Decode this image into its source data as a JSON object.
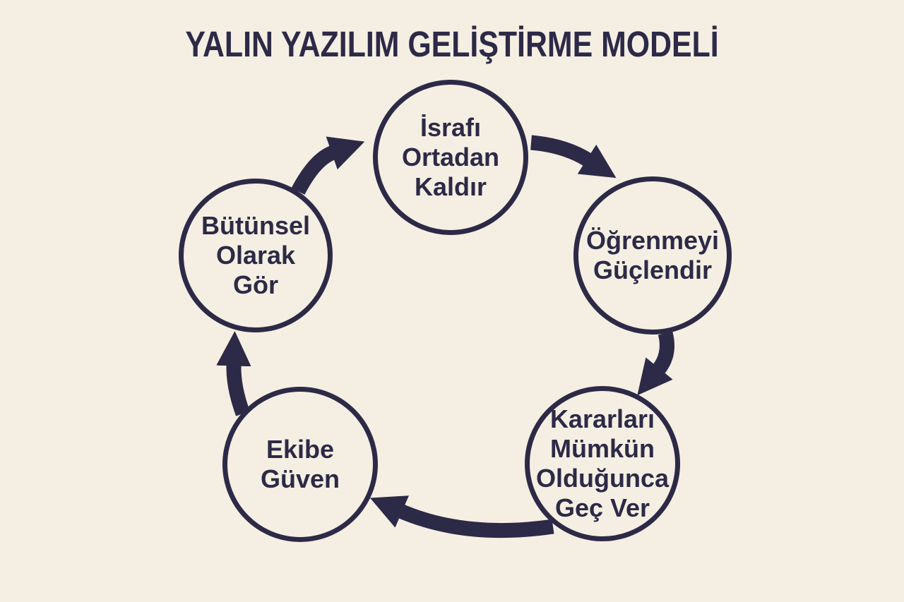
{
  "title": "YALIN YAZILIM GELİŞTİRME MODELİ",
  "colors": {
    "background": "#F5EFE3",
    "ink": "#2D2A47"
  },
  "diagram": {
    "type": "cycle",
    "direction": "clockwise",
    "steps": [
      {
        "id": 1,
        "position": "top",
        "label": "İsrafı Ortadan Kaldır",
        "lines": [
          "İsrafı",
          "Ortadan",
          "Kaldır"
        ]
      },
      {
        "id": 2,
        "position": "right",
        "label": "Öğrenmeyi Güçlendir",
        "lines": [
          "Öğrenmeyi",
          "Güçlendir"
        ]
      },
      {
        "id": 3,
        "position": "bottom-right",
        "label": "Kararları Mümkün Olduğunca Geç Ver",
        "lines": [
          "Kararları",
          "Mümkün",
          "Olduğunca",
          "Geç Ver"
        ]
      },
      {
        "id": 4,
        "position": "bottom-left",
        "label": "Ekibe Güven",
        "lines": [
          "Ekibe",
          "Güven"
        ]
      },
      {
        "id": 5,
        "position": "left",
        "label": "Bütünsel Olarak Gör",
        "lines": [
          "Bütünsel",
          "Olarak",
          "Gör"
        ]
      }
    ],
    "connections": [
      {
        "from": 1,
        "to": 2
      },
      {
        "from": 2,
        "to": 3
      },
      {
        "from": 3,
        "to": 4
      },
      {
        "from": 4,
        "to": 5
      },
      {
        "from": 5,
        "to": 1
      }
    ]
  }
}
